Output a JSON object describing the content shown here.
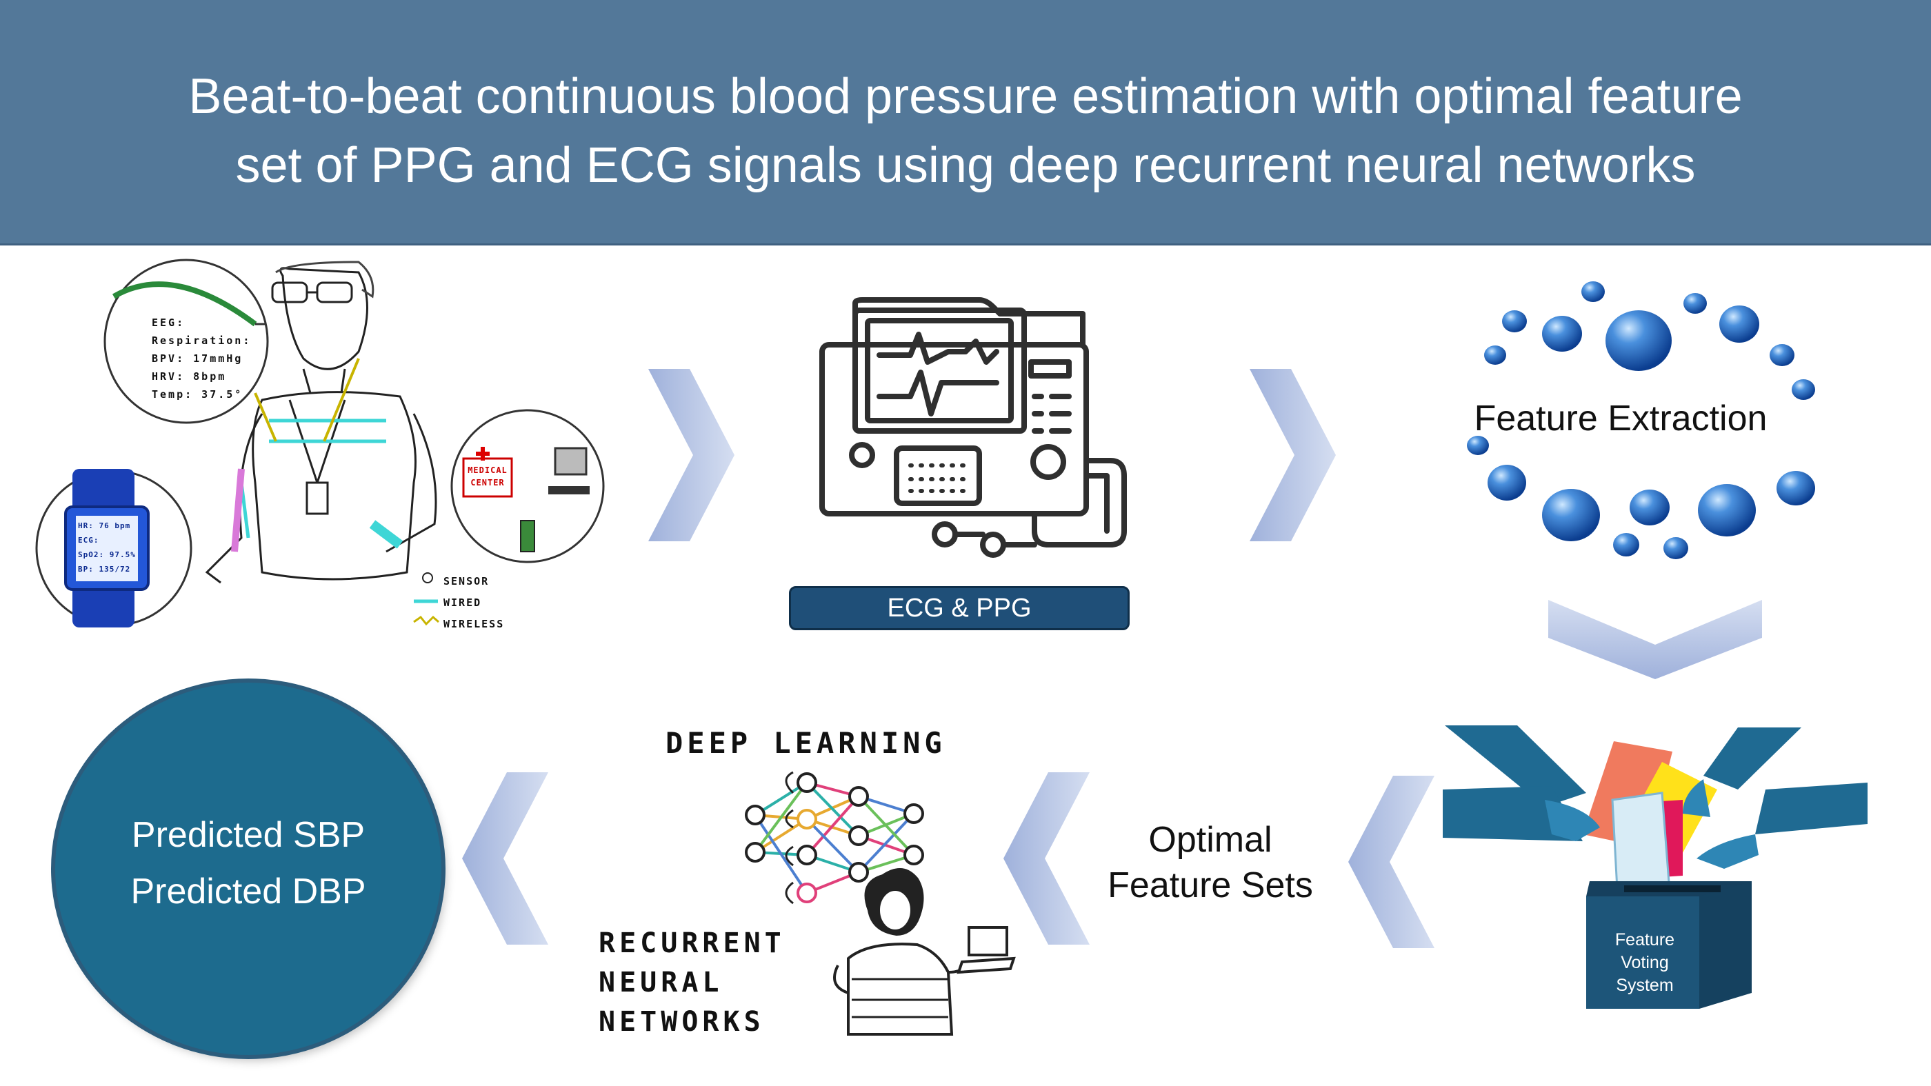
{
  "header": {
    "title_line1": "Beat-to-beat continuous blood pressure estimation with optimal feature",
    "title_line2": "set of PPG and ECG signals using deep recurrent neural networks"
  },
  "monitor": {
    "label": "ECG & PPG"
  },
  "feature_extraction": {
    "label": "Feature Extraction"
  },
  "voting_box": {
    "line1": "Feature",
    "line2": "Voting",
    "line3": "System"
  },
  "optimal_features": {
    "line1": "Optimal",
    "line2": "Feature Sets"
  },
  "prediction": {
    "line1": "Predicted SBP",
    "line2": "Predicted DBP"
  },
  "deep_learning": {
    "top_label": "DEEP LEARNING",
    "bottom_line1": "RECURRENT",
    "bottom_line2": "NEURAL",
    "bottom_line3": "NETWORKS"
  },
  "wearable_sketch": {
    "bubble_lines": [
      "EEG:",
      "Respiration:",
      "BPV: 17mmHg",
      "HRV: 8bpm",
      "Temp: 37.5°"
    ],
    "watch_lines": [
      "HR: 76 bpm",
      "ECG:",
      "SpO2: 97.5%",
      "BP: 135/72"
    ],
    "center_lines": [
      "MEDICAL",
      "CENTER"
    ],
    "legend": [
      "SENSOR",
      "WIRED",
      "WIRELESS"
    ]
  },
  "colors": {
    "header": "#537899",
    "arrow": "#b7c6e4",
    "circle": "#1d6b8e",
    "box": "#1d5579"
  }
}
